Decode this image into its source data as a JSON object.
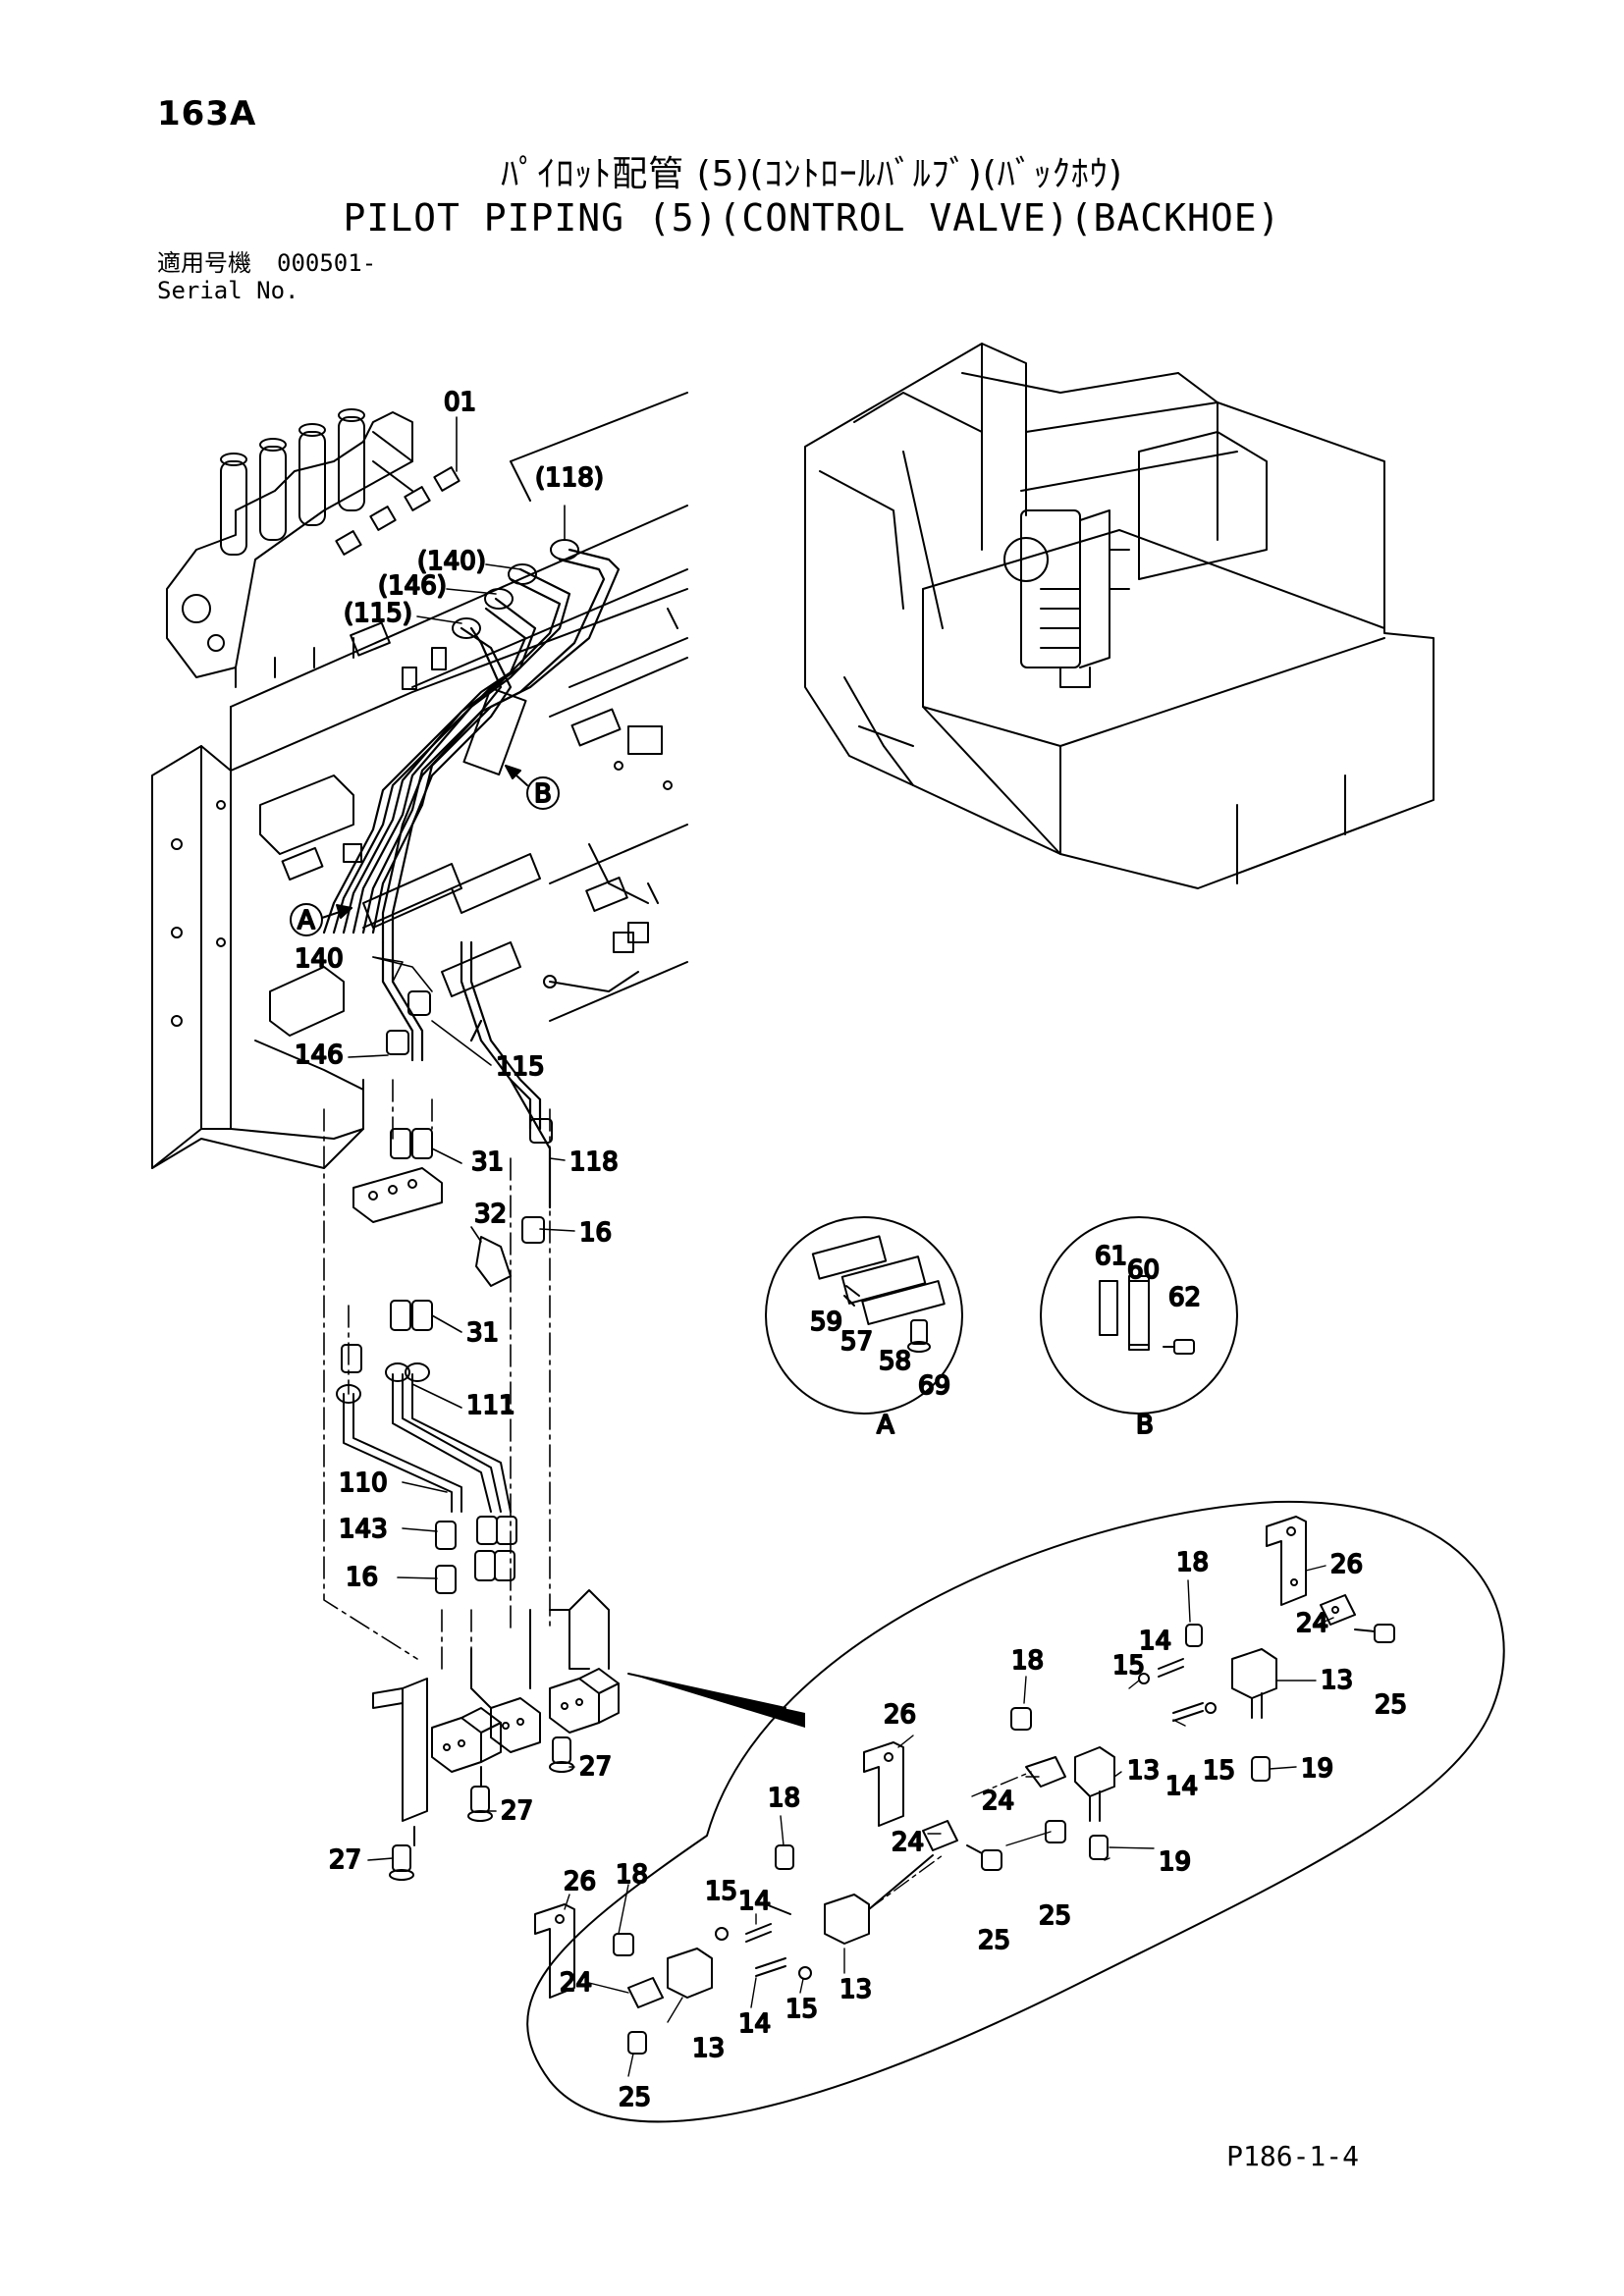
{
  "page_number": "163A",
  "title_jp": "ﾊﾟｲﾛｯﾄ配管 (5)(ｺﾝﾄﾛｰﾙﾊﾞﾙﾌﾞ)(ﾊﾞｯｸﾎｳ)",
  "title_en": "PILOT PIPING (5)(CONTROL VALVE)(BACKHOE)",
  "serial": {
    "label_jp": "適用号機",
    "value": "000501-",
    "label_en": "Serial No."
  },
  "footer_ref": "P186-1-4",
  "callouts": {
    "c01": "01",
    "c118p": "(118)",
    "c140p": "(140)",
    "c146p": "(146)",
    "c115p": "(115)",
    "c140": "140",
    "c146": "146",
    "c115": "115",
    "c118": "118",
    "c31a": "31",
    "c32": "32",
    "c16a": "16",
    "c31b": "31",
    "c111": "111",
    "c110": "110",
    "c143": "143",
    "c16b": "16",
    "c27a": "27",
    "c27b": "27",
    "c27c": "27"
  },
  "detail_a": {
    "label": "A",
    "parts": [
      "59",
      "57",
      "58",
      "69"
    ]
  },
  "detail_b": {
    "label": "B",
    "parts": [
      "61",
      "60",
      "62"
    ]
  },
  "zoom_callouts": {
    "z26a": "26",
    "z18a": "18",
    "z24a": "24",
    "z13a": "13",
    "z25a": "25",
    "z18b": "18",
    "z15a": "15",
    "z14a": "14",
    "z14b": "14",
    "z15b": "15",
    "z19a": "19",
    "z26b": "26",
    "z13b": "13",
    "z24b": "24",
    "z24c": "24",
    "z25b": "25",
    "z19b": "19",
    "z18c": "18",
    "z14c": "14",
    "z15c": "15",
    "z14d": "14",
    "z15d": "15",
    "z13c": "13",
    "z25c": "25",
    "z26c": "26",
    "z18d": "18",
    "z24d": "24",
    "z13d": "13",
    "z25d": "25"
  },
  "markers": {
    "A": "A",
    "B": "B"
  }
}
